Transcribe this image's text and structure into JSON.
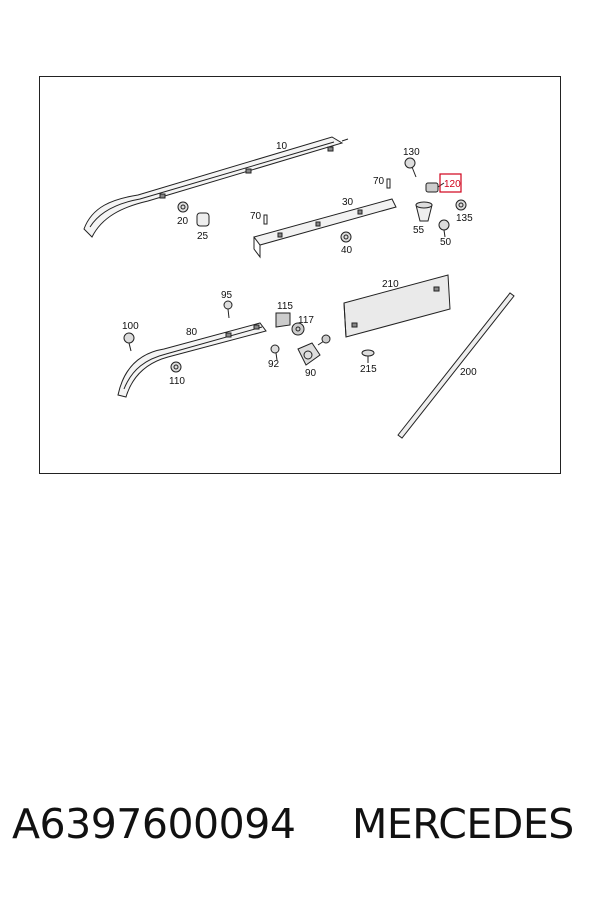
{
  "diagram": {
    "callouts": {
      "c10": "10",
      "c20": "20",
      "c25": "25",
      "c30": "30",
      "c40": "40",
      "c50": "50",
      "c55": "55",
      "c70a": "70",
      "c70b": "70",
      "c80": "80",
      "c90": "90",
      "c92": "92",
      "c95": "95",
      "c100": "100",
      "c110": "110",
      "c115": "115",
      "c117": "117",
      "c120": "120",
      "c130": "130",
      "c135": "135",
      "c200": "200",
      "c210": "210",
      "c215": "215"
    },
    "highlight_color": "#d0021b",
    "line_color": "#222222"
  },
  "caption": {
    "part_number": "A6397600094",
    "brand": "MERCEDES"
  }
}
